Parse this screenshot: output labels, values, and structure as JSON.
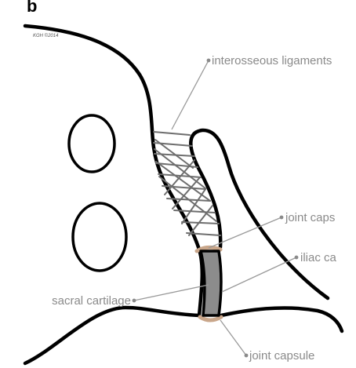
{
  "panel_letter": "b",
  "credit": "KGH ©2014",
  "labels": {
    "interosseous": "interosseous ligaments",
    "joint_capsule_top": "joint caps",
    "iliac_cartilage": "iliac ca",
    "sacral_cartilage": "sacral cartilage",
    "joint_capsule_bottom": "joint capsule"
  },
  "colors": {
    "outline": "#000000",
    "ligament": "#6e6e6e",
    "cartilage": "#8c8c8c",
    "capsule": "#c9a68a",
    "leader": "#9a9a9a",
    "label": "#8a8a8a"
  }
}
